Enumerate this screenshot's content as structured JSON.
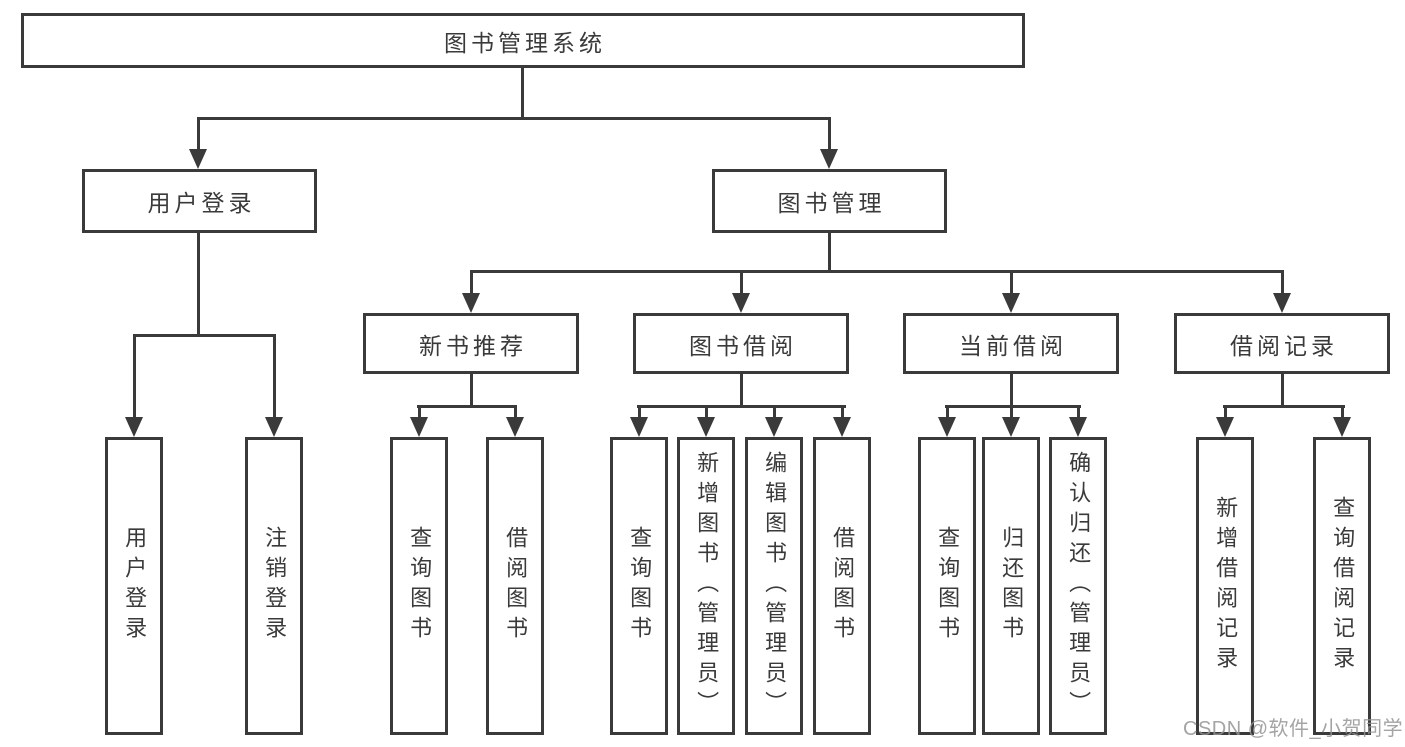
{
  "tree": {
    "root": "图书管理系统",
    "user_login": "用户登录",
    "book_mgmt": "图书管理",
    "new_books": "新书推荐",
    "book_borrow": "图书借阅",
    "current_borrow": "当前借阅",
    "borrow_records": "借阅记录",
    "user_login_children": [
      "用户登录",
      "注销登录"
    ],
    "new_books_children": [
      "查询图书",
      "借阅图书"
    ],
    "book_borrow_children": [
      "查询图书",
      "新增图书（管理员）",
      "编辑图书（管理员）",
      "借阅图书"
    ],
    "current_borrow_children": [
      "查询图书",
      "归还图书",
      "确认归还（管理员）"
    ],
    "borrow_records_children": [
      "新增借阅记录",
      "查询借阅记录"
    ]
  },
  "watermark": "CSDN @软件_小贺同学",
  "colors": {
    "line": "#3a3a3a",
    "text": "#3a3a3a",
    "watermark": "#949494",
    "background": "#ffffff"
  }
}
